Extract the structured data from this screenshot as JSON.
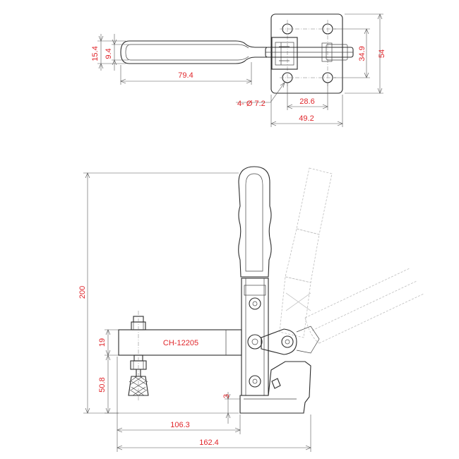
{
  "drawing": {
    "model": "CH-12205",
    "colors": {
      "dimension_text": "#e0262b",
      "outline": "#2b2b2b",
      "ghost": "#bdbdbd"
    }
  },
  "top_view": {
    "dimensions": {
      "overall_height": "54",
      "hole_spacing_vertical": "34.9",
      "hole_spacing_horizontal": "28.6",
      "base_width": "49.2",
      "handle_length": "79.4",
      "handle_width": "15.4",
      "handle_slot": "9.4",
      "hole_callout": "4- Ø 7.2"
    }
  },
  "side_view": {
    "dimensions": {
      "overall_height": "200",
      "arm_thickness": "19",
      "spindle_height": "50.8",
      "offset": "3",
      "reach": "106.3",
      "overall_length": "162.4"
    }
  }
}
